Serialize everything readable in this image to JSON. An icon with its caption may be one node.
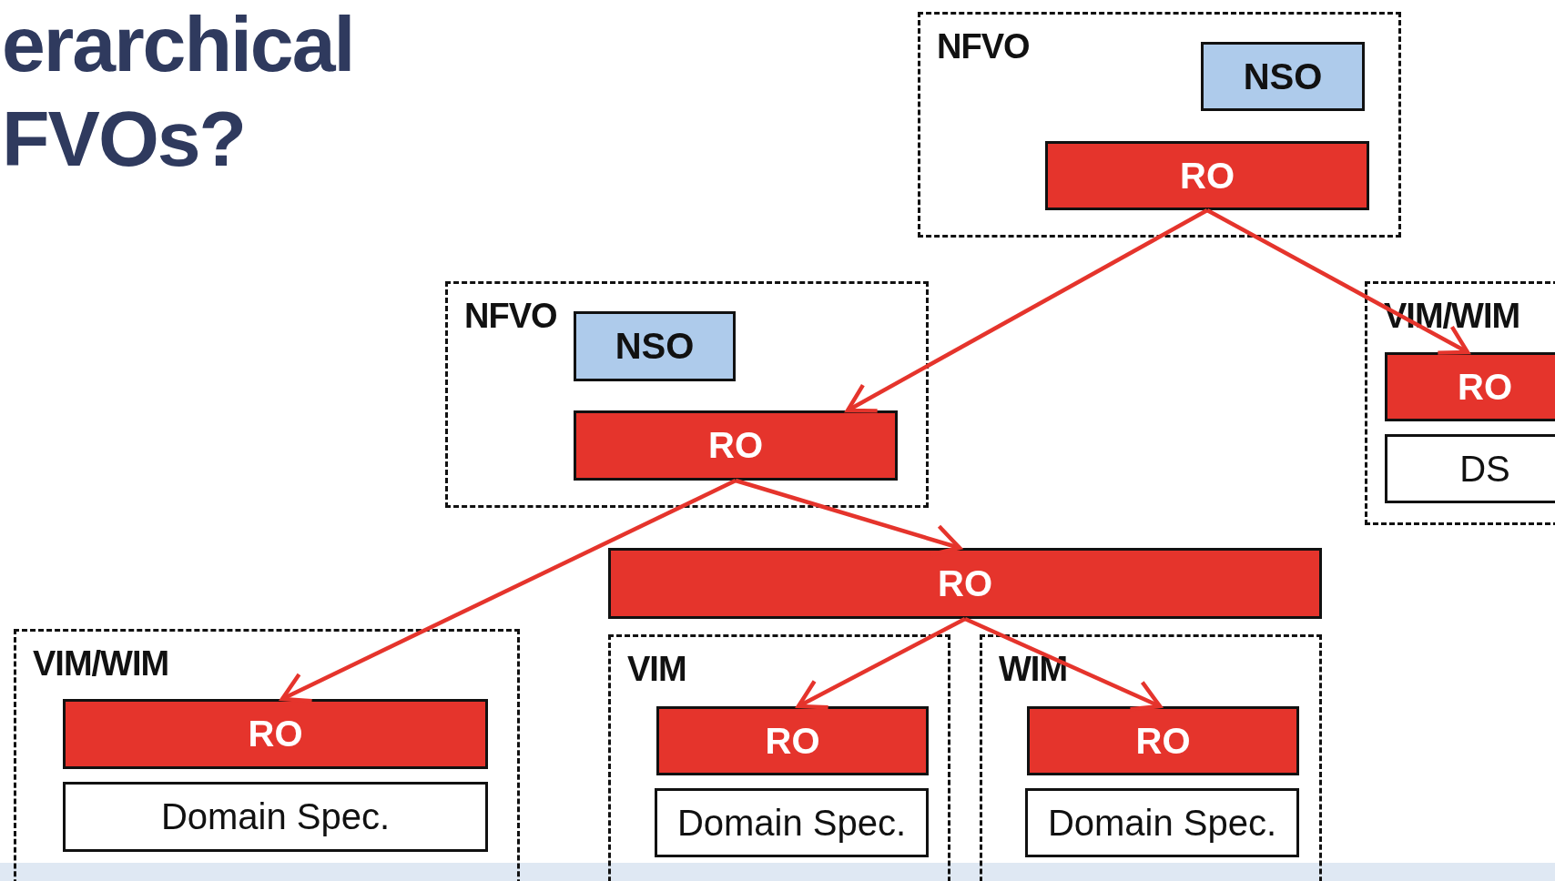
{
  "diagram": {
    "title": "erarchical FVOs?",
    "nodes": [
      {
        "text": [
          "NFVO"
        ]
      },
      {
        "text": [
          "NSO"
        ],
        "in": 0
      },
      {
        "text": [
          "RO"
        ],
        "in": 0
      },
      {
        "text": [
          "NFVO"
        ]
      },
      {
        "text": [
          "NSO"
        ],
        "in": 3
      },
      {
        "text": [
          "RO"
        ],
        "in": 3
      },
      {
        "text": [
          "VIM/WIM"
        ]
      },
      {
        "text": [
          "RO"
        ],
        "in": 6
      },
      {
        "text": [
          "DS"
        ],
        "in": 6
      },
      {
        "text": [
          "RO"
        ]
      },
      {
        "text": [
          "VIM/WIM"
        ]
      },
      {
        "text": [
          "RO"
        ],
        "in": 10
      },
      {
        "text": [
          "Domain Spec."
        ],
        "in": 10
      },
      {
        "text": [
          "VIM"
        ]
      },
      {
        "text": [
          "RO"
        ],
        "in": 13
      },
      {
        "text": [
          "Domain Spec."
        ],
        "in": 13
      },
      {
        "text": [
          "WIM"
        ]
      },
      {
        "text": [
          "RO"
        ],
        "in": 16
      },
      {
        "text": [
          "Domain Spec."
        ],
        "in": 16
      }
    ],
    "edges": [
      {
        "from": 2,
        "to": 5,
        "arrow": "to"
      },
      {
        "from": 2,
        "to": 7,
        "arrow": "to"
      },
      {
        "from": 5,
        "to": 9,
        "arrow": "to"
      },
      {
        "from": 5,
        "to": 11,
        "arrow": "to"
      },
      {
        "from": 9,
        "to": 14,
        "arrow": "to"
      },
      {
        "from": 9,
        "to": 17,
        "arrow": "to"
      }
    ]
  }
}
